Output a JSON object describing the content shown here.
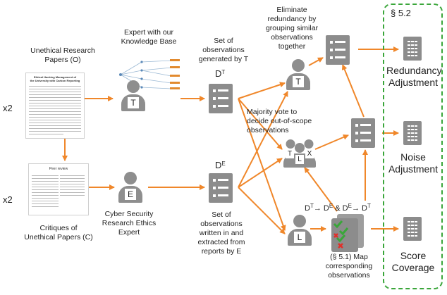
{
  "section": {
    "label": "§ 5.2"
  },
  "multiplier": {
    "top": "x2",
    "bottom": "x2"
  },
  "sources": {
    "papers": "Unethical Research\nPapers (O)",
    "critiques": "Critiques of\nUnethical Papers (C)",
    "paper_title": "Ethical Hacking Management of\nthe University with Carbon Reporting",
    "critique_title": "Peer review"
  },
  "experts": {
    "kb_expert": "Expert with our\nKnowledge Base",
    "ethics_expert": "Cyber Security\nResearch Ethics\nExpert",
    "t_badge": "T",
    "e_badge": "E",
    "l_badge": "L",
    "group_badges": [
      "T",
      "X",
      "L"
    ]
  },
  "observations": {
    "dt_label": "D",
    "dt_sup": "T",
    "de_label": "D",
    "de_sup": "E",
    "set_t": "Set of\nobservations\ngenerated by T",
    "set_e": "Set of\nobservations\nwritten in and\nextracted from\nreports by E"
  },
  "steps": {
    "eliminate": "Eliminate\nredundancy by\ngrouping similar\nobservations\ntogether",
    "majority": "Majority vote to\ndecide out-of-scope\nobservations",
    "map": "(§ 5.1) Map\ncorresponding\nobservations",
    "map_header": {
      "a": "D",
      "a_sup": "T",
      "arrow": "→",
      "b": " D",
      "b_sup": "E",
      "amp": " & ",
      "c": "D",
      "c_sup": "E",
      "arrow2": "→",
      "d": " D",
      "d_sup": "T"
    }
  },
  "outputs": {
    "redundancy": "Redundancy\nAdjustment",
    "noise": "Noise\nAdjustment",
    "coverage": "Score\nCoverage"
  },
  "colors": {
    "arrow": "#f0872a",
    "icon": "#8c8c8c",
    "section_border": "#3aa63a",
    "check": "#3aa63a",
    "cross": "#e0302a"
  }
}
